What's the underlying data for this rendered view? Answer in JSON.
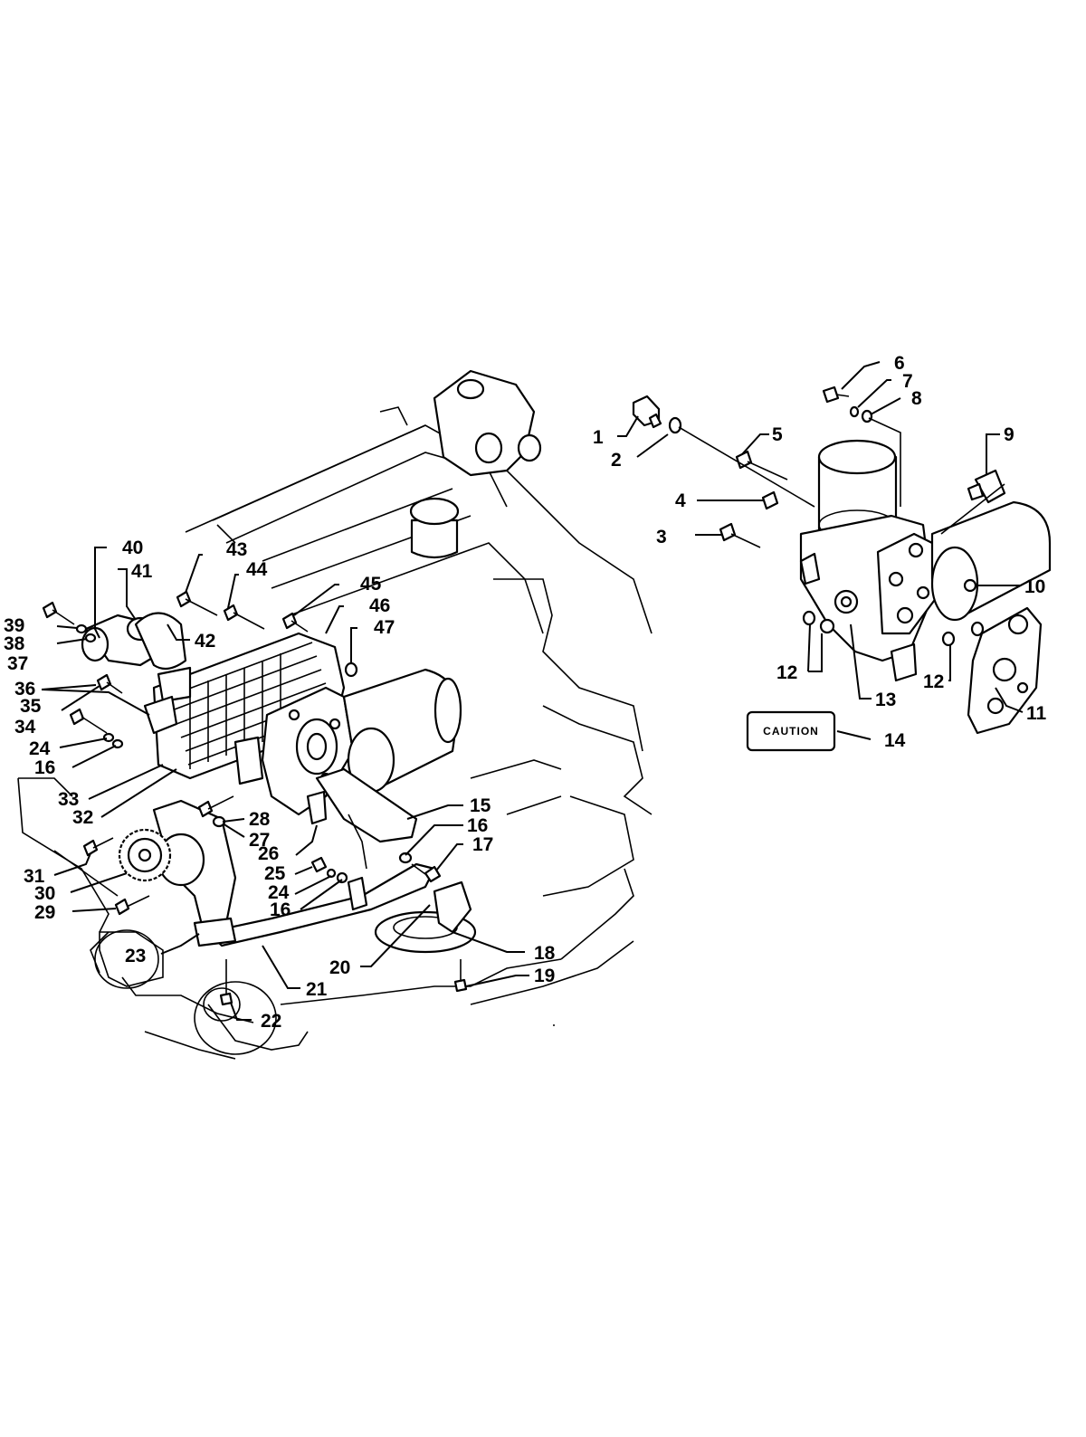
{
  "caution_text": "CAUTION",
  "callouts": [
    "1",
    "2",
    "3",
    "4",
    "5",
    "6",
    "7",
    "8",
    "9",
    "10",
    "11",
    "12",
    "12",
    "13",
    "14",
    "15",
    "16",
    "16",
    "16",
    "17",
    "18",
    "19",
    "20",
    "21",
    "22",
    "23",
    "24",
    "24",
    "25",
    "26",
    "27",
    "28",
    "29",
    "30",
    "31",
    "32",
    "33",
    "34",
    "35",
    "36",
    "37",
    "38",
    "39",
    "40",
    "41",
    "42",
    "43",
    "44",
    "45",
    "46",
    "47"
  ]
}
